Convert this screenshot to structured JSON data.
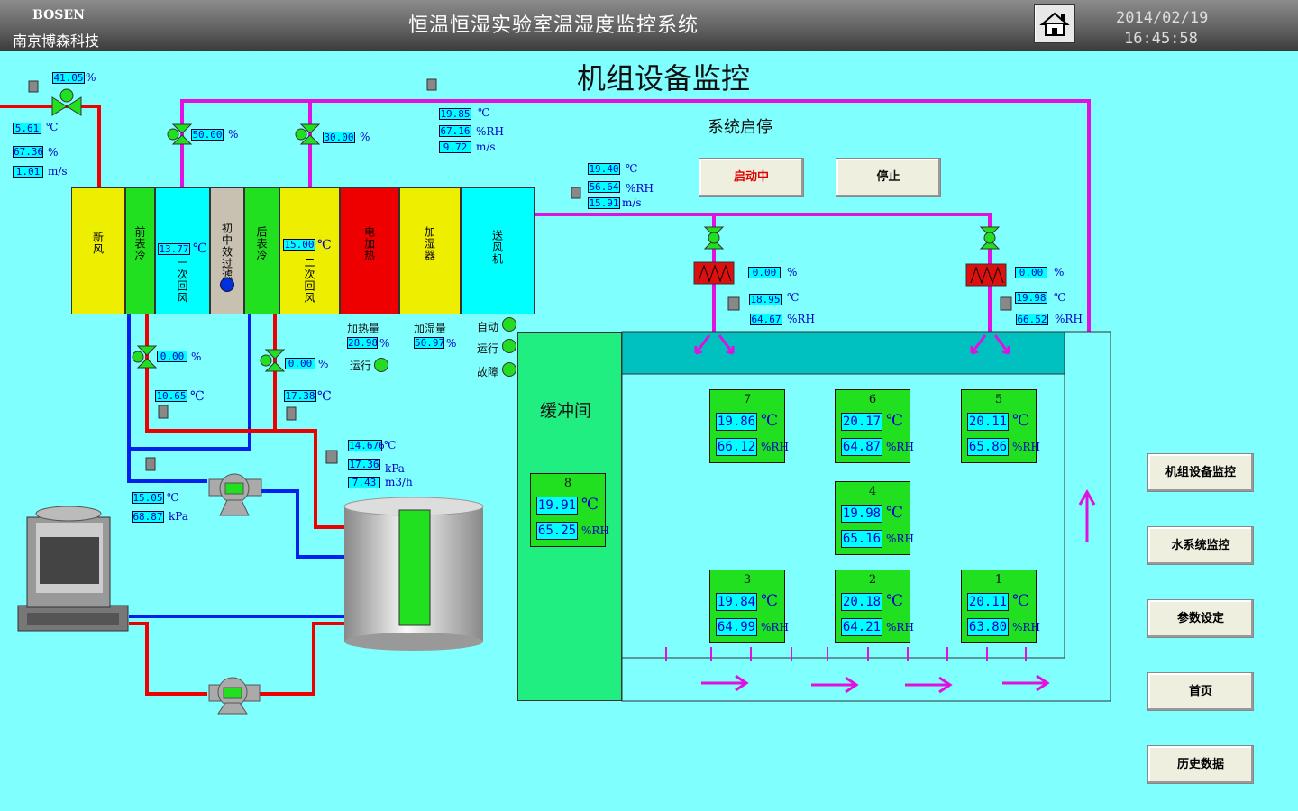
{
  "header": {
    "brand_en": "BOSEN",
    "brand_cn": "南京博森科技",
    "system_title": "恒温恒湿实验室温湿度监控系统",
    "date": "2014/02/19",
    "time": "16:45:58"
  },
  "page_title": "机组设备监控",
  "system_control": {
    "label": "系统启停",
    "start": "启动中",
    "stop": "停止"
  },
  "units": {
    "c": "℃",
    "pct": "%",
    "rh": "%RH",
    "ms": "m/s",
    "kpa": "kPa",
    "m3h": "m3/h"
  },
  "outdoor": {
    "valve": "41.05",
    "temp": "5.61",
    "hum": "67.36",
    "speed": "1.01"
  },
  "return_valve1": "50.00",
  "return_valve2": "30.00",
  "return_duct": {
    "temp": "19.85",
    "hum": "67.16",
    "speed": "9.72"
  },
  "supply_duct": {
    "temp": "19.40",
    "hum": "56.64",
    "speed": "15.91"
  },
  "ahu": {
    "sections": {
      "fresh": "新风",
      "pre_cool": "前表冷",
      "primary_return": "一次回风",
      "filter": "初中效过滤",
      "post_cool": "后表冷",
      "secondary_return": "二次回风",
      "heater": "电加热",
      "humidifier": "加湿器",
      "fan": "送风机"
    },
    "primary_temp": "13.77",
    "secondary_temp": "15.00",
    "heat_label": "加热量",
    "heat": "28.98",
    "humid_label": "加湿量",
    "humid": "50.97",
    "run_label": "运行",
    "auto_label": "自动",
    "fault_label": "故障"
  },
  "chilled": {
    "valve1": "0.00",
    "temp1": "10.65",
    "valve2": "0.00",
    "temp2": "17.38",
    "tank_temp": "14.676",
    "tank_press": "17.36",
    "tank_flow": "7.43",
    "pump_temp": "15.05",
    "pump_press": "68.87"
  },
  "reheat1": {
    "output": "0.00",
    "temp": "18.95",
    "hum": "64.67"
  },
  "reheat2": {
    "output": "0.00",
    "temp": "19.98",
    "hum": "66.52"
  },
  "buffer": {
    "label": "缓冲间",
    "num": "8",
    "temp": "19.91",
    "hum": "65.25"
  },
  "rooms": [
    {
      "num": "7",
      "temp": "19.86",
      "hum": "66.12"
    },
    {
      "num": "6",
      "temp": "20.17",
      "hum": "64.87"
    },
    {
      "num": "5",
      "temp": "20.11",
      "hum": "65.86"
    },
    {
      "num": "4",
      "temp": "19.98",
      "hum": "65.16"
    },
    {
      "num": "3",
      "temp": "19.84",
      "hum": "64.99"
    },
    {
      "num": "2",
      "temp": "20.18",
      "hum": "64.21"
    },
    {
      "num": "1",
      "temp": "20.11",
      "hum": "63.80"
    }
  ],
  "nav": [
    "机组设备监控",
    "水系统监控",
    "参数设定",
    "首页",
    "历史数据"
  ]
}
